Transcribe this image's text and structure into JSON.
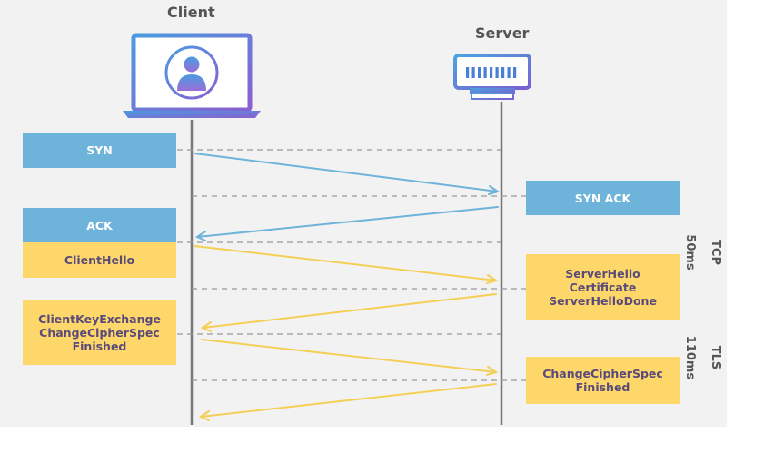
{
  "client_label": "Client",
  "server_label": "Server",
  "client_messages": [
    {
      "text": "SYN",
      "color": "blue"
    },
    {
      "text": "ACK",
      "color": "blue"
    },
    {
      "text": "ClientHello",
      "color": "yellow"
    },
    {
      "text": "ClientKeyExchange\nChangeCipherSpec\nFinished",
      "color": "yellow"
    }
  ],
  "server_messages": [
    {
      "text": "SYN ACK",
      "color": "blue"
    },
    {
      "text": "ServerHello\nCertificate\nServerHelloDone",
      "color": "yellow"
    },
    {
      "text": "ChangeCipherSpec\nFinished",
      "color": "yellow"
    }
  ],
  "phases": [
    {
      "name": "TCP",
      "duration": "50ms"
    },
    {
      "name": "TLS",
      "duration": "110ms"
    }
  ],
  "colors": {
    "tcp": "#6db3da",
    "tls": "#fdd76a",
    "laptop_frame": "#6a6fd0",
    "server_frame": "#5b8fd6",
    "lifeline": "#777777",
    "dashed": "#999999"
  },
  "icons": [
    "laptop-icon",
    "user-avatar-icon",
    "server-icon"
  ]
}
